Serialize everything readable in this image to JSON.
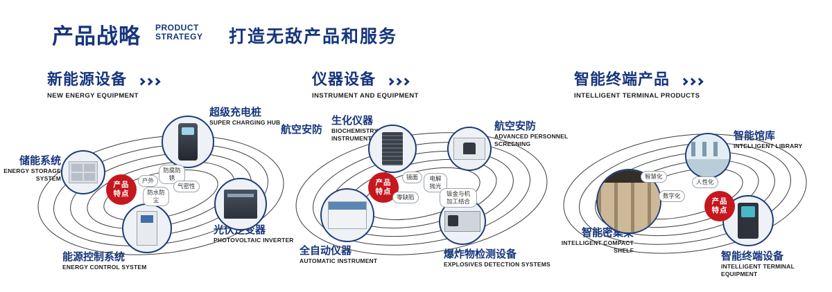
{
  "header": {
    "title": "产品战略",
    "subtitle_line1": "PRODUCT",
    "subtitle_line2": "STRATEGY",
    "tagline": "打造无敌产品和服务"
  },
  "colors": {
    "navy": "#16357c",
    "red": "#c5171e"
  },
  "sections": [
    {
      "title": "新能源设备",
      "subtitle": "NEW ENERGY EQUIPMENT",
      "badge": {
        "line1": "产品",
        "line2": "特点"
      },
      "features": [
        "户外",
        "防腐防锈",
        "防水防尘",
        "气密性"
      ],
      "products": [
        {
          "zh": "储能系统",
          "en": "ENERGY STORAGE SYSTEM"
        },
        {
          "zh": "超级充电桩",
          "en": "SUPER CHARGING HUB"
        },
        {
          "zh": "光伏逆变器",
          "en": "PHOTOVOLTAIC INVERTER"
        },
        {
          "zh": "能源控制系统",
          "en": "ENERGY CONTROL SYSTEM"
        }
      ]
    },
    {
      "title": "仪器设备",
      "subtitle": "INSTRUMENT AND EQUIPMENT",
      "extra_label": "航空安防",
      "badge": {
        "line1": "产品",
        "line2": "特点"
      },
      "features": [
        "镜面",
        "电解抛光",
        "零缺陷",
        "钣金与机加工结合"
      ],
      "products": [
        {
          "zh": "生化仪器",
          "en": "BIOCHEMISTRY INSTRUMENT"
        },
        {
          "zh": "航空安防",
          "en": "ADVANCED PERSONNEL SCREENING"
        },
        {
          "zh": "全自动仪器",
          "en": "AUTOMATIC INSTRUMENT"
        },
        {
          "zh": "爆炸物检测设备",
          "en": "EXPLOSIVES DETECTION SYSTEMS"
        }
      ]
    },
    {
      "title": "智能终端产品",
      "subtitle": "INTELLIGENT TERMINAL PRODUCTS",
      "badge": {
        "line1": "产品",
        "line2": "特点"
      },
      "features": [
        "智慧化",
        "人性化",
        "数字化"
      ],
      "products": [
        {
          "zh": "智能馆库",
          "en": "INTELLIGENT LIBRARY"
        },
        {
          "zh": "智能密集架",
          "en": "INTELLIGENT COMPACT SHELF"
        },
        {
          "zh": "智能终端设备",
          "en": "INTELLIGENT TERMINAL EQUIPMENT"
        }
      ]
    }
  ]
}
